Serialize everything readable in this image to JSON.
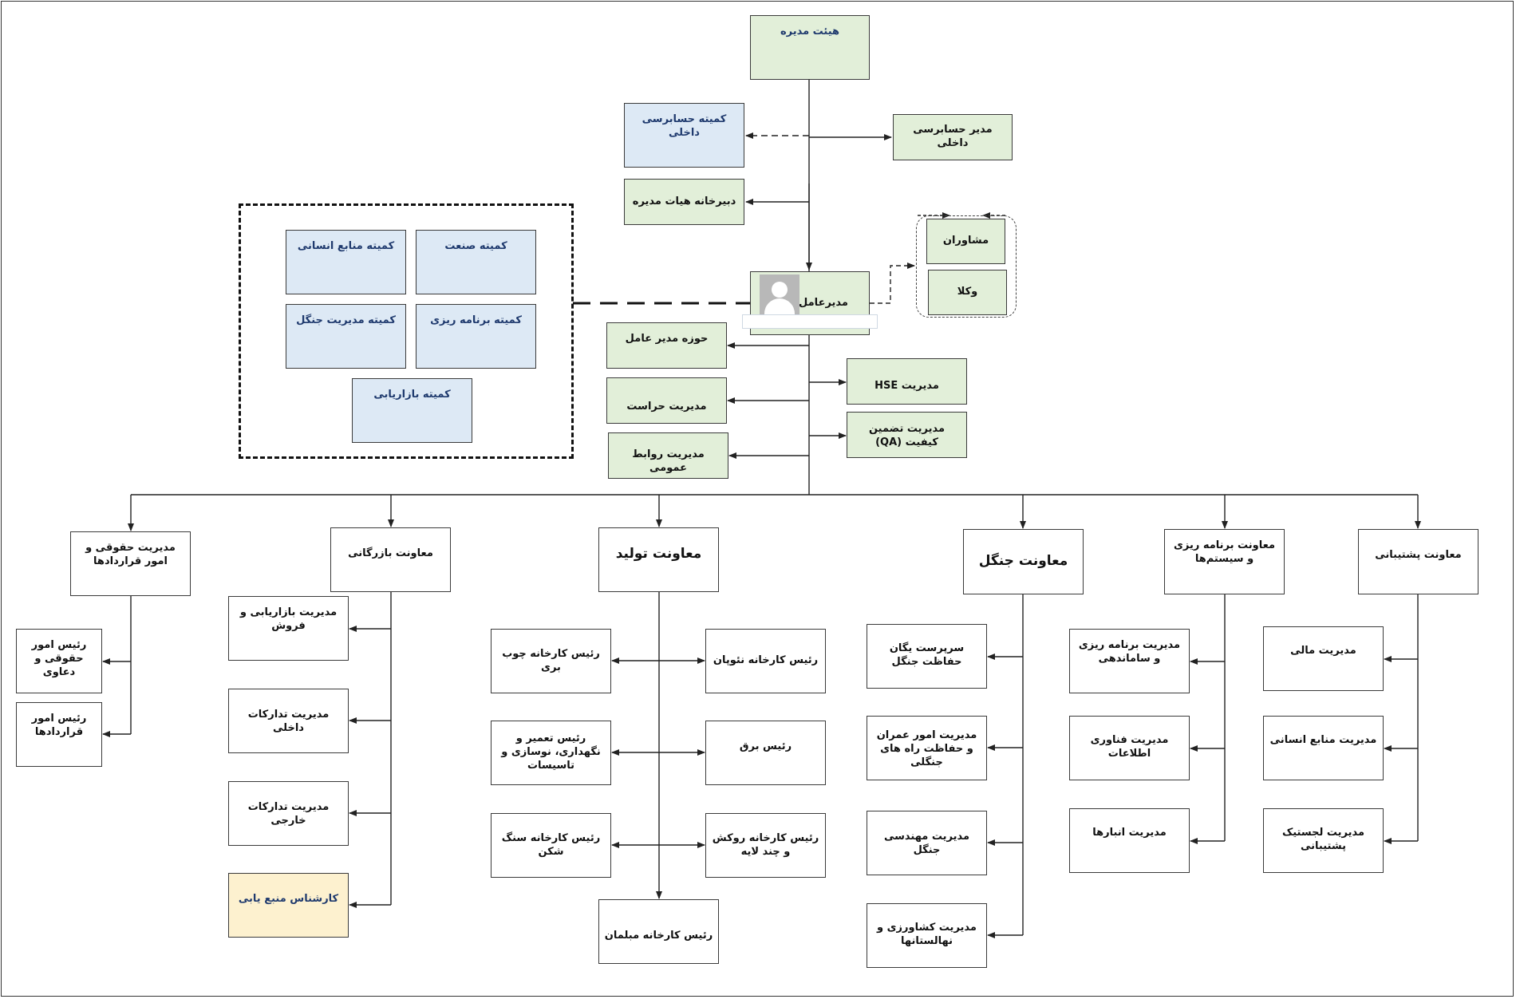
{
  "board": "هیئت مدیره",
  "audit_committee": "کمیته حسابرسی داخلی",
  "internal_audit_manager": "مدیر حسابرسی داخلی",
  "board_secretariat": "دبیرخانه هیات مدیره",
  "ceo": "مدیرعامل",
  "advisors": "مشاوران",
  "lawyers": "وکلا",
  "committees": {
    "industry": "کمیته صنعت",
    "hr": "کمیته منابع انسانی",
    "planning": "کمیته برنامه ریزی",
    "forest": "کمیته مدیریت جنگل",
    "marketing": "کمیته بازاریابی"
  },
  "ceo_units": {
    "ceo_office": "حوزه مدیر عامل",
    "security": "مدیریت حراست",
    "public_relations": "مدیریت روابط عمومی",
    "hse": "مدیریت HSE",
    "qa": "مدیریت تضمین کیفیت (QA)"
  },
  "legal": {
    "title": "مدیریت حقوقی و امور قراردادها",
    "items": [
      "رئیس امور حقوقی و دعاوی",
      "رئیس امور قراردادها"
    ]
  },
  "commerce": {
    "title": "معاونت بازرگانی",
    "items": [
      "مدیریت بازاریابی و فروش",
      "مدیریت تدارکات داخلی",
      "مدیریت  تدارکات خارجی",
      "کارشناس منبع یابی"
    ]
  },
  "production": {
    "title": "معاونت تولید",
    "left": [
      "رئیس کارخانه چوب بری",
      "رئیس تعمیر و نگهداری، نوسازی و تاسیسات",
      "رئیس کارخانه سنگ شکن"
    ],
    "right": [
      "رئیس کارخانه نئوپان",
      "رئیس برق",
      "رئیس کارخانه روکش و چند لایه"
    ],
    "bottom": "رئیس کارخانه مبلمان"
  },
  "forest": {
    "title": "معاونت جنگل",
    "items": [
      "سرپرست یگان حفاظت جنگل",
      "مدیریت امور عمران و حفاظت راه های جنگلی",
      "مدیریت مهندسی جنگل",
      "مدیریت کشاورزی و نهالستانها"
    ]
  },
  "planning": {
    "title": "معاونت برنامه ریزی و سیستم‌ها",
    "items": [
      "مدیریت برنامه ریزی و ساماندهی",
      "مدیریت فناوری اطلاعات",
      "مدیریت انبارها"
    ]
  },
  "support": {
    "title": "معاونت پشتیبانی",
    "items": [
      "مدیریت مالی",
      "مدیریت  منابع انسانی",
      "مدیریت لجستیک پشتیبانی"
    ]
  }
}
